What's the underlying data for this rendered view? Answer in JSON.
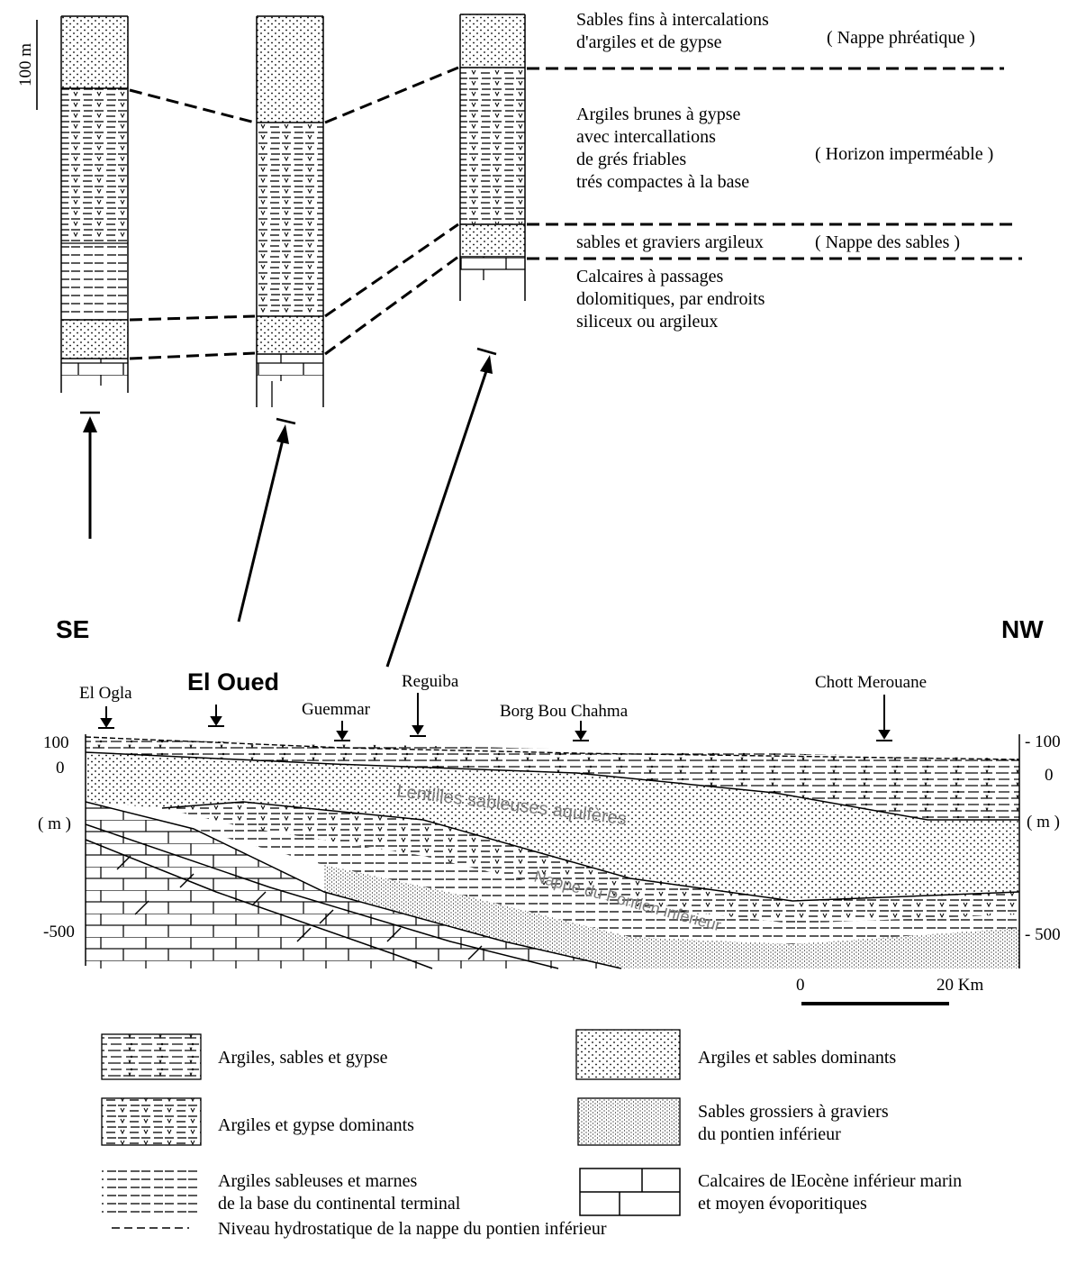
{
  "scale_label": "100 m",
  "column_legend": {
    "nappe_phreatique": {
      "desc1": "Sables fins à intercalations",
      "desc2": "d'argiles et de gypse",
      "tag": "( Nappe phréatique )"
    },
    "horizon_impermeable": {
      "desc1": "Argiles brunes à gypse",
      "desc2": "avec intercallations",
      "desc3": "de grés friables",
      "desc4": "trés compactes à la base",
      "tag": "( Horizon imperméable )"
    },
    "nappe_sables": {
      "desc1": "sables et graviers argileux",
      "tag": "( Nappe des sables )"
    },
    "calcaires": {
      "desc1": "Calcaires à passages",
      "desc2": "dolomitiques, par endroits",
      "desc3": "siliceux ou argileux"
    }
  },
  "section": {
    "left_label": "SE",
    "right_label": "NW",
    "locations": {
      "el_ogla": "El Ogla",
      "el_oued": "El Oued",
      "guemmar": "Guemmar",
      "reguiba": "Reguiba",
      "borg": "Borg Bou Chahma",
      "chott": "Chott Merouane"
    },
    "axis_left": {
      "t100": "100",
      "t0": "0",
      "unit": "( m )",
      "t500": "-500"
    },
    "axis_right": {
      "t100": "- 100",
      "t0": "0",
      "unit": "( m )",
      "t500": "- 500"
    },
    "label_lentilles": "Lentilles sableuses aquifères",
    "label_nappe_pontien": "Nappe du Pontien inférieur",
    "scalebar": {
      "zero": "0",
      "end": "20 Km"
    }
  },
  "legend": {
    "argiles_sables_gypse": "Argiles, sables et gypse",
    "argiles_gypse": "Argiles et gypse dominants",
    "argiles_sableuses_1": "Argiles sableuses et marnes",
    "argiles_sableuses_2": "de la base du continental terminal",
    "argiles_sables_dominants": "Argiles et sables dominants",
    "sables_grossiers_1": "Sables grossiers à graviers",
    "sables_grossiers_2": "du pontien inférieur",
    "calcaires_1": "Calcaires  de lEocène inférieur marin",
    "calcaires_2": "et moyen évoporitiques",
    "niveau": "Niveau hydrostatique de la nappe du pontien inférieur"
  }
}
